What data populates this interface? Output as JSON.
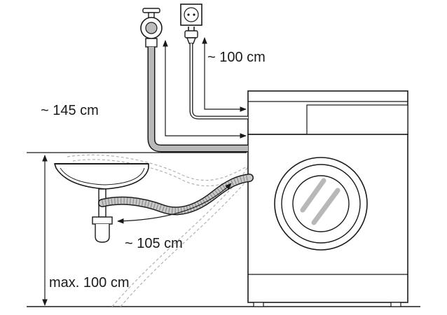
{
  "labels": {
    "power_cable_length": "~ 100 cm",
    "inlet_hose_length": "~ 145 cm",
    "drain_hose_length": "~ 105 cm",
    "max_drain_height": "max. 100 cm"
  },
  "colors": {
    "line": "#1a1a1a",
    "hose_grey": "#b9b9b9",
    "hose_light": "#d8d8d8",
    "hose_ghost": "#c8c8c8",
    "background": "#ffffff"
  }
}
